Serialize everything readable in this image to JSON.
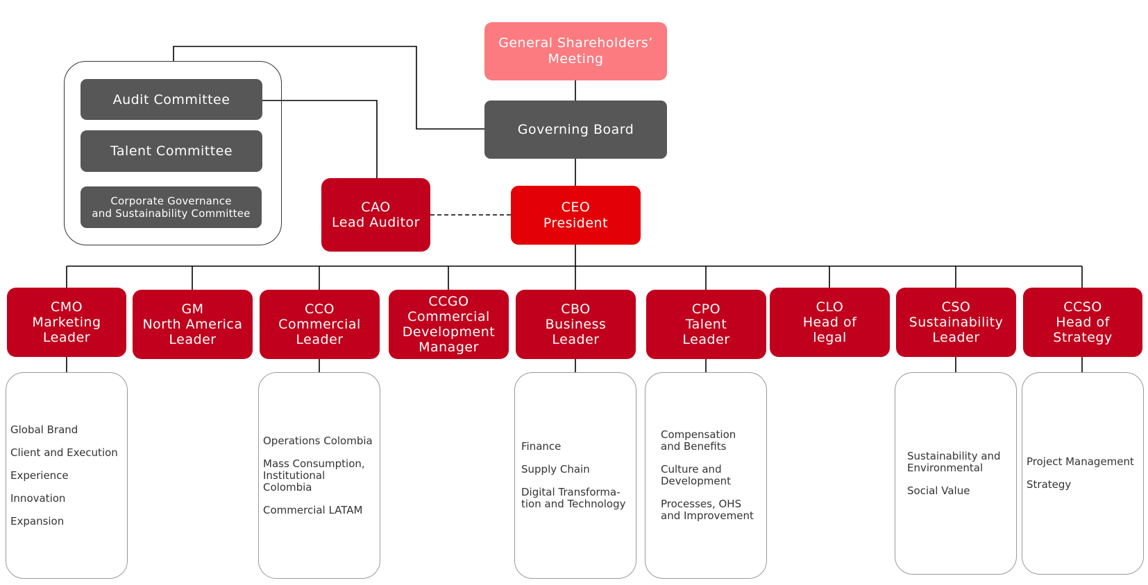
{
  "top": {
    "shareholders": [
      "General Shareholders’",
      "Meeting"
    ],
    "board": "Governing Board",
    "ceo": [
      "CEO",
      "President"
    ],
    "cao": [
      "CAO",
      "Lead Auditor"
    ]
  },
  "committees": [
    "Audit Committee",
    "Talent Committee",
    "Corporate Governance",
    "and Sustainability Committee"
  ],
  "departments": [
    {
      "lines": [
        "CMO",
        "Marketing",
        "Leader"
      ],
      "items": [
        "Global Brand",
        "Client and Execution",
        "Experience",
        "Innovation",
        "Expansion"
      ]
    },
    {
      "lines": [
        "GM",
        "North America",
        "Leader"
      ],
      "items": []
    },
    {
      "lines": [
        "CCO",
        "Commercial",
        "Leader"
      ],
      "items": [
        "Operations Colombia",
        "Mass Consumption, Institutional Colombia",
        "Commercial LATAM"
      ]
    },
    {
      "lines": [
        "CCGO",
        "Commercial",
        "Development",
        "Manager"
      ],
      "items": []
    },
    {
      "lines": [
        "CBO",
        "Business",
        "Leader"
      ],
      "items": [
        "Finance",
        "Supply Chain",
        "Digital Transforma-tion and Technology"
      ]
    },
    {
      "lines": [
        "CPO",
        "Talent",
        "Leader"
      ],
      "items": [
        "Compensation and Benefits",
        "Culture and Development",
        "Processes, OHS and Improvement"
      ]
    },
    {
      "lines": [
        "CLO",
        "Head of",
        "legal"
      ],
      "items": []
    },
    {
      "lines": [
        "CSO",
        "Sustainability",
        "Leader"
      ],
      "items": [
        "Sustainability and Environmental",
        "Social Value"
      ]
    },
    {
      "lines": [
        "CCSO",
        "Head of",
        "Strategy"
      ],
      "items": [
        "Project Management",
        "Strategy"
      ]
    }
  ],
  "colors": {
    "gray": "#575757",
    "pink": "#fb7b80",
    "red": "#c0001c",
    "ceo": "#e30006"
  }
}
